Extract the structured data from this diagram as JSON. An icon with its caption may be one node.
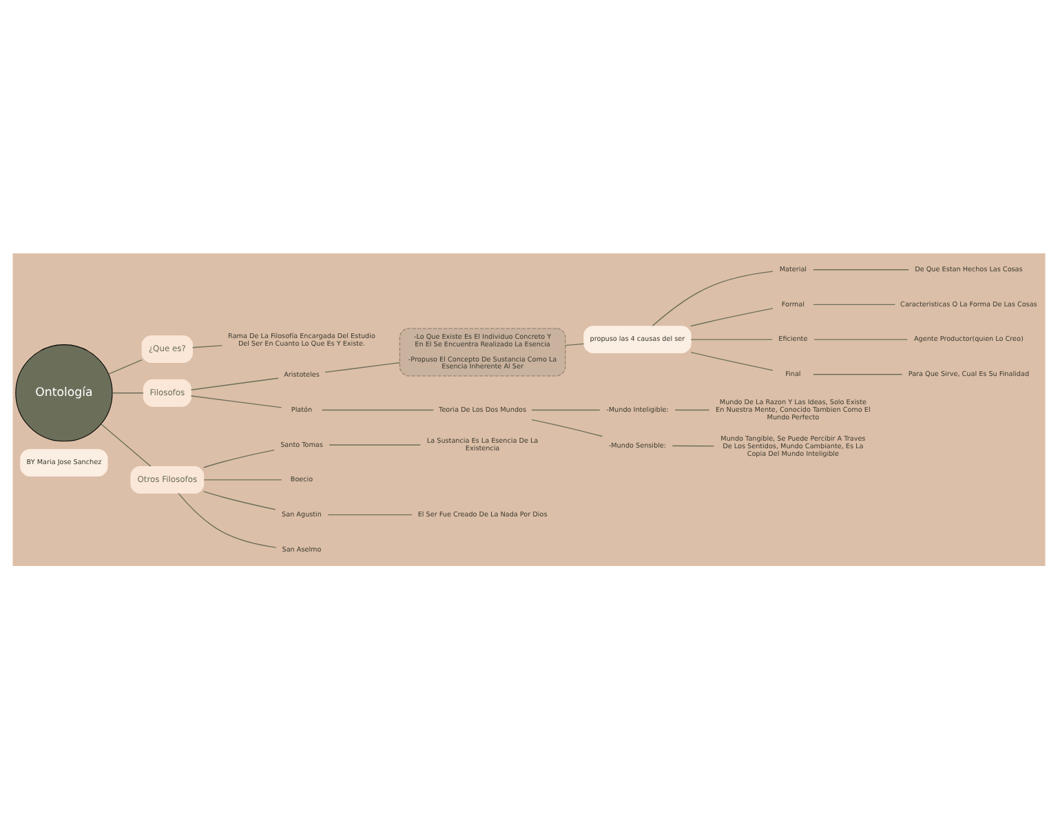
{
  "diagram": {
    "nodes": [
      {
        "text": [
          "Ontología"
        ]
      },
      {
        "text": [
          "BY Maria Jose Sanchez"
        ]
      },
      {
        "text": [
          "¿Que es?"
        ]
      },
      {
        "text": [
          "Rama De La Filosofía Encargada Del Estudio Del Ser En Cuanto Lo Que Es Y Existe."
        ]
      },
      {
        "text": [
          "Filosofos"
        ]
      },
      {
        "text": [
          "Aristoteles"
        ]
      },
      {
        "text": [
          "-Lo Que Existe Es El Individuo Concreto Y En El Se Encuentra Realizado La Esencia",
          "-Propuso El Concepto De Sustancia Como La Esencia Inherente Al Ser"
        ]
      },
      {
        "text": [
          "propuso las 4 causas del ser"
        ]
      },
      {
        "text": [
          "Material"
        ]
      },
      {
        "text": [
          "De Que Estan Hechos Las Cosas"
        ]
      },
      {
        "text": [
          "Formal"
        ]
      },
      {
        "text": [
          "Caracteristicas O La Forma De Las Cosas"
        ]
      },
      {
        "text": [
          "Eficiente"
        ]
      },
      {
        "text": [
          "Agente Productor(quien Lo Creo)"
        ]
      },
      {
        "text": [
          "Final"
        ]
      },
      {
        "text": [
          "Para Que Sirve, Cual Es Su Finalidad"
        ]
      },
      {
        "text": [
          "Platón"
        ]
      },
      {
        "text": [
          "Teoria De Los Dos Mundos"
        ]
      },
      {
        "text": [
          "-Mundo Inteligible:"
        ]
      },
      {
        "text": [
          "Mundo De La Razon Y Las Ideas, Solo Existe En Nuestra Mente, Conocido Tambien Como El Mundo Perfecto"
        ]
      },
      {
        "text": [
          "-Mundo Sensible:"
        ]
      },
      {
        "text": [
          "Mundo Tangible, Se Puede Percibir A Traves De Los Sentidos, Mundo Cambiante, Es La Copia Del Mundo Inteligible"
        ]
      },
      {
        "text": [
          "Otros Filosofos"
        ]
      },
      {
        "text": [
          "Santo Tomas"
        ]
      },
      {
        "text": [
          "La Sustancia Es La Esencia De La Existencia"
        ]
      },
      {
        "text": [
          "Boecio"
        ]
      },
      {
        "text": [
          "San Agustin"
        ]
      },
      {
        "text": [
          "El Ser Fue Creado De La Nada Por Dios"
        ]
      },
      {
        "text": [
          "San Aselmo"
        ]
      }
    ],
    "edges": [
      {
        "from": 0,
        "to": 2,
        "arrow": "none"
      },
      {
        "from": 0,
        "to": 4,
        "arrow": "none"
      },
      {
        "from": 0,
        "to": 22,
        "arrow": "none"
      },
      {
        "from": 2,
        "to": 3,
        "arrow": "none"
      },
      {
        "from": 4,
        "to": 5,
        "arrow": "none"
      },
      {
        "from": 4,
        "to": 16,
        "arrow": "none"
      },
      {
        "from": 5,
        "to": 6,
        "arrow": "none"
      },
      {
        "from": 6,
        "to": 7,
        "arrow": "none"
      },
      {
        "from": 7,
        "to": 8,
        "arrow": "none"
      },
      {
        "from": 7,
        "to": 10,
        "arrow": "none"
      },
      {
        "from": 7,
        "to": 12,
        "arrow": "none"
      },
      {
        "from": 7,
        "to": 14,
        "arrow": "none"
      },
      {
        "from": 8,
        "to": 9,
        "arrow": "none"
      },
      {
        "from": 10,
        "to": 11,
        "arrow": "none"
      },
      {
        "from": 12,
        "to": 13,
        "arrow": "none"
      },
      {
        "from": 14,
        "to": 15,
        "arrow": "none"
      },
      {
        "from": 16,
        "to": 17,
        "arrow": "none"
      },
      {
        "from": 17,
        "to": 18,
        "arrow": "none"
      },
      {
        "from": 17,
        "to": 20,
        "arrow": "none"
      },
      {
        "from": 18,
        "to": 19,
        "arrow": "none"
      },
      {
        "from": 20,
        "to": 21,
        "arrow": "none"
      },
      {
        "from": 22,
        "to": 23,
        "arrow": "none"
      },
      {
        "from": 22,
        "to": 25,
        "arrow": "none"
      },
      {
        "from": 22,
        "to": 26,
        "arrow": "none"
      },
      {
        "from": 22,
        "to": 28,
        "arrow": "none"
      },
      {
        "from": 23,
        "to": 24,
        "arrow": "none"
      },
      {
        "from": 26,
        "to": 27,
        "arrow": "none"
      }
    ]
  }
}
